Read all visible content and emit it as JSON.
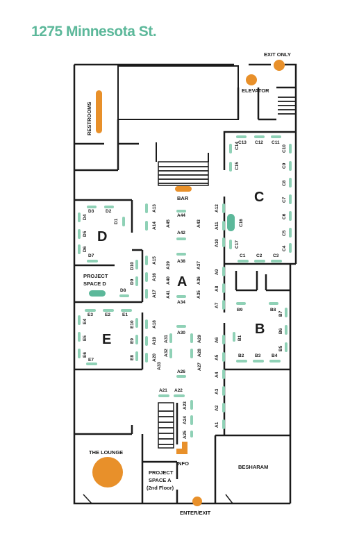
{
  "title": "1275 Minnesota St.",
  "colors": {
    "accent": "#5cb89a",
    "highlight": "#e8902a",
    "wall": "#1a1a1a"
  },
  "sections": {
    "A": "A",
    "B": "B",
    "C": "C",
    "D": "D",
    "E": "E"
  },
  "labels": {
    "exit_only": "EXIT ONLY",
    "elevator": "ELEVATOR",
    "restrooms": "RESTROOMS",
    "bar": "BAR",
    "project_space_d_1": "PROJECT",
    "project_space_d_2": "SPACE D",
    "the_lounge": "THE LOUNGE",
    "info": "INFO",
    "project_space_a_1": "PROJECT",
    "project_space_a_2": "SPACE A",
    "project_space_a_3": "(2nd Floor)",
    "besharam": "BESHARAM",
    "enter_exit": "ENTER/EXIT"
  },
  "booths": {
    "C14": "C14",
    "C13": "C13",
    "C12": "C12",
    "C11": "C11",
    "C10": "C10",
    "C9": "C9",
    "C8": "C8",
    "C7": "C7",
    "C6": "C6",
    "C5": "C5",
    "C4": "C4",
    "C3": "C3",
    "C2": "C2",
    "C1": "C1",
    "C15": "C15",
    "C16": "C16",
    "C17": "C17",
    "D3": "D3",
    "D2": "D2",
    "D4": "D4",
    "D1": "D1",
    "D5": "D5",
    "D6": "D6",
    "D7": "D7",
    "D10": "D10",
    "D9": "D9",
    "D8": "D8",
    "A44": "A44",
    "A13": "A13",
    "A12": "A12",
    "A45": "A45",
    "A14": "A14",
    "A43": "A43",
    "A11": "A11",
    "A42": "A42",
    "A10": "A10",
    "A38": "A38",
    "A15": "A15",
    "A39": "A39",
    "A37": "A37",
    "A9": "A9",
    "A16": "A16",
    "A40": "A40",
    "A36": "A36",
    "A8": "A8",
    "A17": "A17",
    "A41": "A41",
    "A35": "A35",
    "A34": "A34",
    "A7": "A7",
    "A18": "A18",
    "A30": "A30",
    "A19": "A19",
    "A31": "A31",
    "A29": "A29",
    "A6": "A6",
    "A20": "A20",
    "A32": "A32",
    "A33": "A33",
    "A28": "A28",
    "A27": "A27",
    "A5": "A5",
    "A26": "A26",
    "A4": "A4",
    "A21": "A21",
    "A22": "A22",
    "A3": "A3",
    "A23": "A23",
    "A24": "A24",
    "A25": "A25",
    "A2": "A2",
    "A1": "A1",
    "B9": "B9",
    "B8": "B8",
    "B7": "B7",
    "B6": "B6",
    "B5": "B5",
    "B1": "B1",
    "B2": "B2",
    "B3": "B3",
    "B4": "B4",
    "E3": "E3",
    "E2": "E2",
    "E1": "E1",
    "E4": "E4",
    "E10": "E10",
    "E5": "E5",
    "E9": "E9",
    "E6": "E6",
    "E7": "E7",
    "E8": "E8"
  }
}
